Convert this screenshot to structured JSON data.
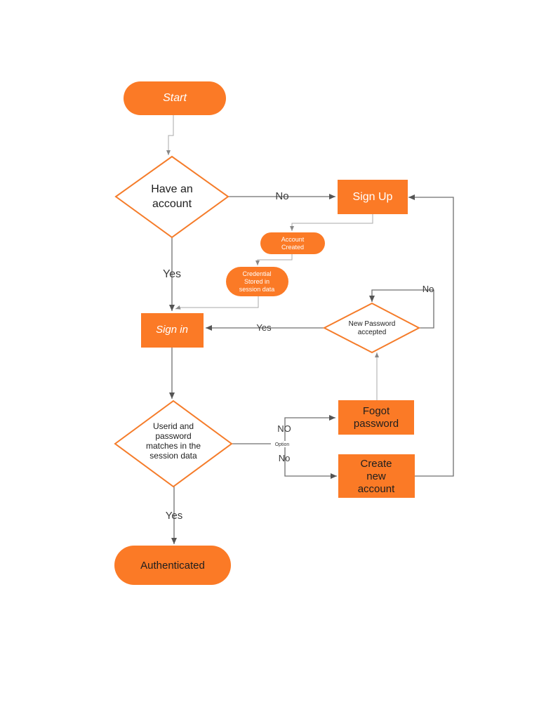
{
  "colors": {
    "node_fill": "#fb7a26",
    "diamond_stroke": "#f57c2a",
    "edge": "#6f6f6f"
  },
  "nodes": {
    "start": "Start",
    "have_account_line1": "Have an",
    "have_account_line2": "account",
    "sign_up": "Sign Up",
    "account_created_line1": "Account",
    "account_created_line2": "Created",
    "credential_line1": "Credential",
    "credential_line2": "Stored in",
    "credential_line3": "session data",
    "sign_in": "Sign in",
    "new_password_line1": "New Password",
    "new_password_line2": "accepted",
    "forgot_line1": "Fogot",
    "forgot_line2": "password",
    "userid_line1": "Userid and",
    "userid_line2": "password",
    "userid_line3": "matches in the",
    "userid_line4": "session data",
    "create_line1": "Create",
    "create_line2": "new",
    "create_line3": "account",
    "authenticated": "Authenticated"
  },
  "edge_labels": {
    "no_to_signup": "No",
    "yes_to_signin": "Yes",
    "yes_newpw_to_signin": "Yes",
    "no_newpw_loop": "No",
    "no_to_forgot": "NO",
    "option": "Option",
    "no_to_create": "No",
    "yes_to_auth": "Yes"
  }
}
